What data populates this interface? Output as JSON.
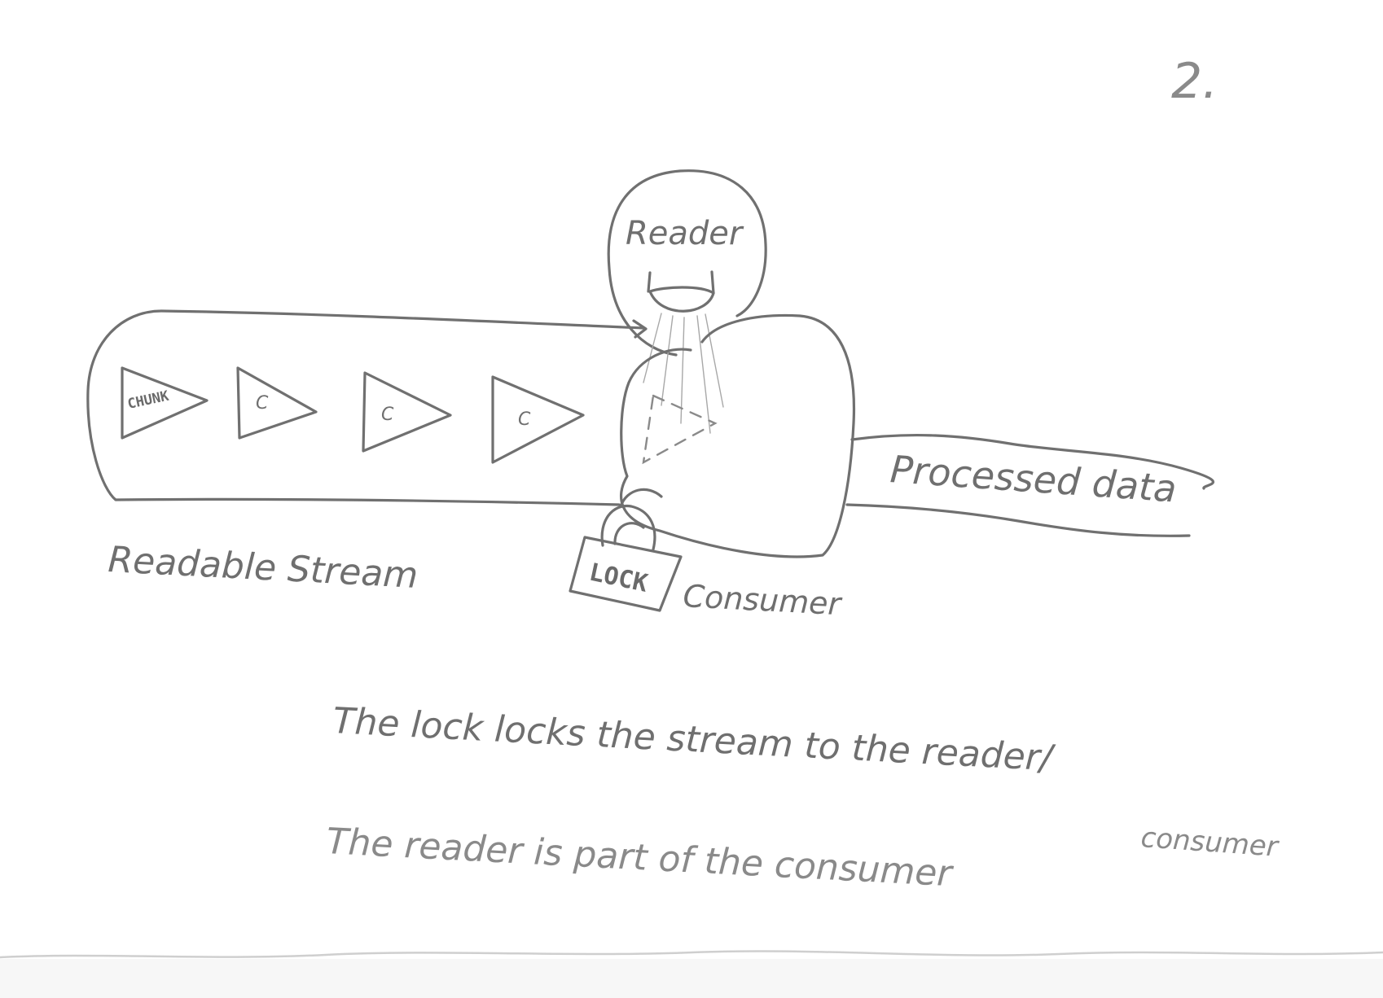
{
  "page_number": "2.",
  "labels": {
    "reader": "Reader",
    "readable_stream": "Readable Stream",
    "consumer": "Consumer",
    "processed_data": "Processed data",
    "lock": "LOCK"
  },
  "chunks": [
    "CHUNK",
    "C",
    "C",
    "C"
  ],
  "notes": {
    "line1": "The lock locks the stream to the reader/",
    "line1_continuation": "consumer",
    "line2": "The reader is part of the consumer"
  }
}
